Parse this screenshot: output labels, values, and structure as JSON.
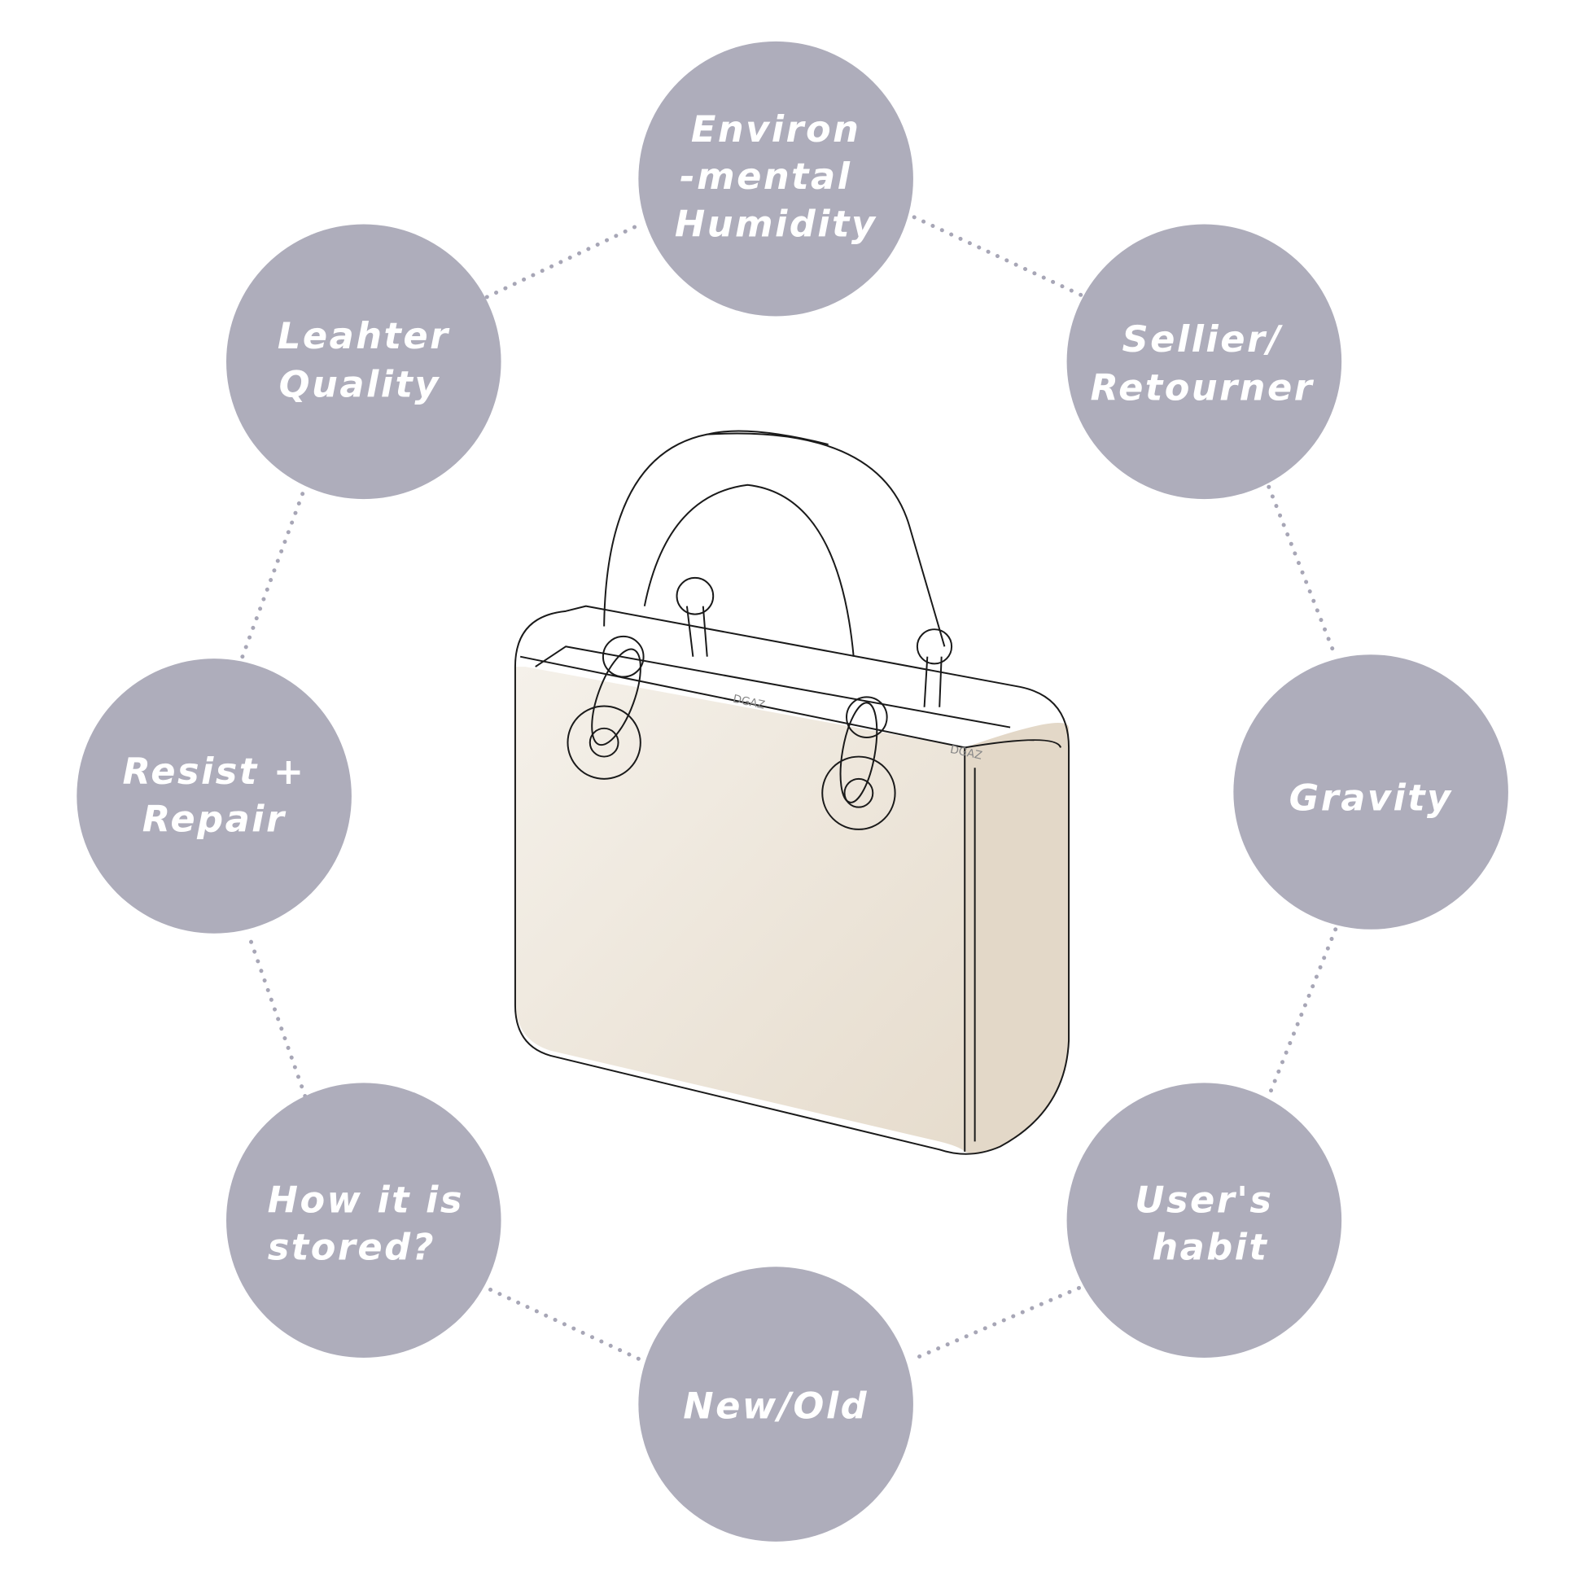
{
  "colors": {
    "circle": "#aeadbb",
    "text": "#ffffff",
    "dots": "#a7a6b6",
    "bag_fill": "#efe8dd"
  },
  "center": {
    "image": "handbag-illustration",
    "logo_text": "DGAZ"
  },
  "factors": [
    {
      "id": "humidity",
      "lines": [
        "Environ",
        "-mental",
        "Humidity"
      ]
    },
    {
      "id": "sellier",
      "lines": [
        "Sellier/",
        "Retourner"
      ]
    },
    {
      "id": "gravity",
      "lines": [
        "Gravity"
      ]
    },
    {
      "id": "habit",
      "lines": [
        "User's",
        "habit"
      ]
    },
    {
      "id": "new-old",
      "lines": [
        "New/Old"
      ]
    },
    {
      "id": "stored",
      "lines": [
        "How it is",
        "stored?"
      ]
    },
    {
      "id": "resist",
      "lines": [
        "Resist +",
        "Repair"
      ]
    },
    {
      "id": "leather",
      "lines": [
        "Leahter",
        "Quality"
      ]
    }
  ]
}
